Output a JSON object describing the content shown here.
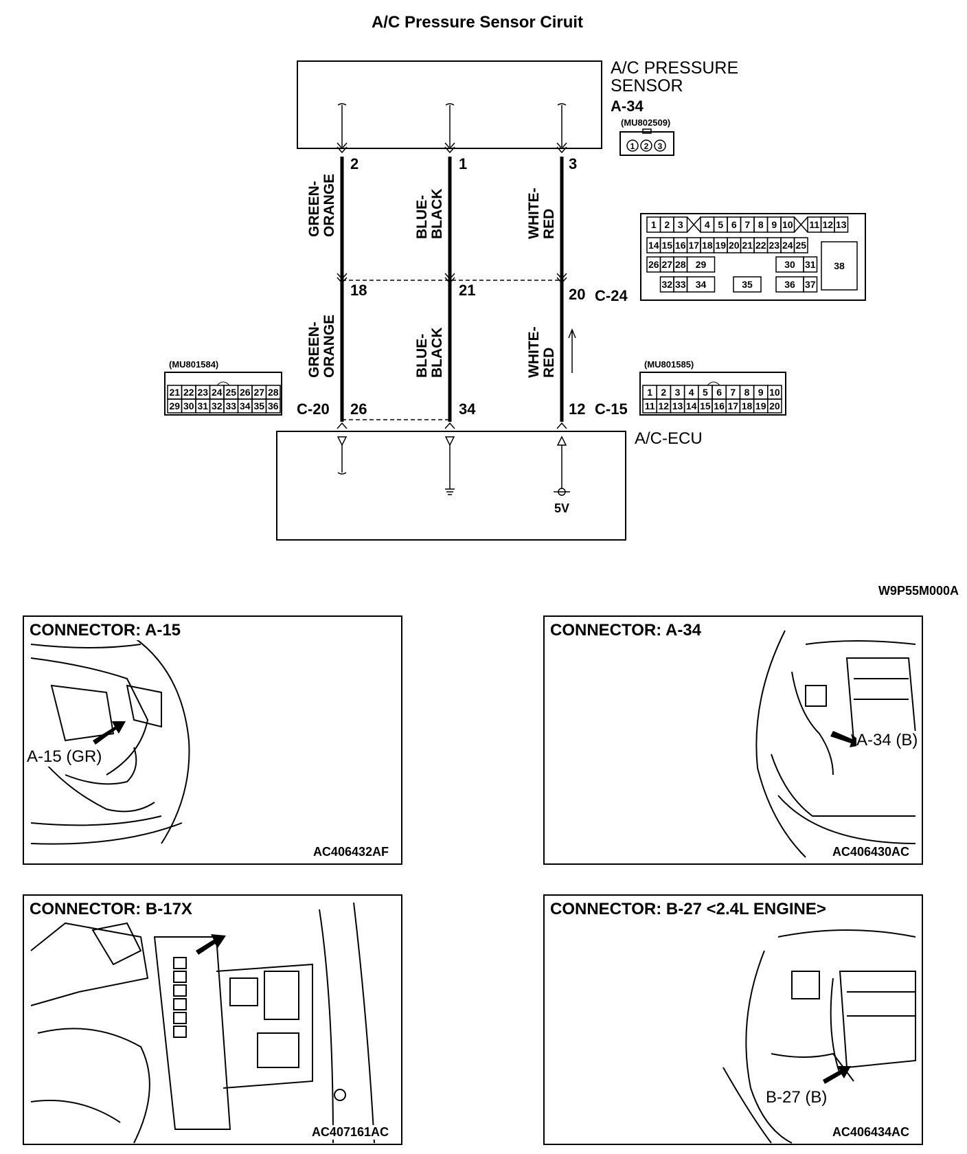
{
  "title": "A/C Pressure Sensor Ciruit",
  "sensor": {
    "name_line1": "A/C PRESSURE",
    "name_line2": "SENSOR",
    "connector": "A-34",
    "part_no": "(MU802509)",
    "pins": [
      "1",
      "2",
      "3"
    ]
  },
  "ecu": {
    "name": "A/C-ECU",
    "voltage": "5V"
  },
  "wires": [
    {
      "sensor_pin": "2",
      "upper_color": [
        "GREEN-",
        "ORANGE"
      ],
      "mid_pin": "18",
      "lower_color": [
        "GREEN-",
        "ORANGE"
      ],
      "ecu_pin": "26"
    },
    {
      "sensor_pin": "1",
      "upper_color": [
        "BLUE-",
        "BLACK"
      ],
      "mid_pin": "21",
      "lower_color": [
        "BLUE-",
        "BLACK"
      ],
      "ecu_pin": "34"
    },
    {
      "sensor_pin": "3",
      "upper_color": [
        "WHITE-",
        "RED"
      ],
      "mid_pin": "20",
      "lower_color": [
        "WHITE-",
        "RED"
      ],
      "ecu_pin": "12"
    }
  ],
  "connectors": {
    "c24": {
      "label": "C-24",
      "row1": [
        "1",
        "2",
        "3",
        "4",
        "5",
        "6",
        "7",
        "8",
        "9",
        "10",
        "11",
        "12",
        "13"
      ],
      "row2": [
        "14",
        "15",
        "16",
        "17",
        "18",
        "19",
        "20",
        "21",
        "22",
        "23",
        "24",
        "25"
      ],
      "row3": [
        "26",
        "27",
        "28",
        "29",
        "30",
        "31",
        "38"
      ],
      "row4": [
        "32",
        "33",
        "34",
        "35",
        "36",
        "37"
      ]
    },
    "c20": {
      "label": "C-20",
      "part_no": "(MU801584)",
      "row1": [
        "21",
        "22",
        "23",
        "24",
        "25",
        "26",
        "27",
        "28"
      ],
      "row2": [
        "29",
        "30",
        "31",
        "32",
        "33",
        "34",
        "35",
        "36"
      ]
    },
    "c15": {
      "label": "C-15",
      "part_no": "(MU801585)",
      "row1": [
        "1",
        "2",
        "3",
        "4",
        "5",
        "6",
        "7",
        "8",
        "9",
        "10"
      ],
      "row2": [
        "11",
        "12",
        "13",
        "14",
        "15",
        "16",
        "17",
        "18",
        "19",
        "20"
      ]
    }
  },
  "figure_code": "W9P55M000A",
  "panels": [
    {
      "title": "CONNECTOR: A-15",
      "callout": "A-15 (GR)",
      "code": "AC406432AF"
    },
    {
      "title": "CONNECTOR: A-34",
      "callout": "A-34 (B)",
      "code": "AC406430AC"
    },
    {
      "title": "CONNECTOR: B-17X",
      "callout": "",
      "code": "AC407161AC"
    },
    {
      "title": "CONNECTOR: B-27 <2.4L ENGINE>",
      "callout": "B-27 (B)",
      "code": "AC406434AC"
    }
  ]
}
